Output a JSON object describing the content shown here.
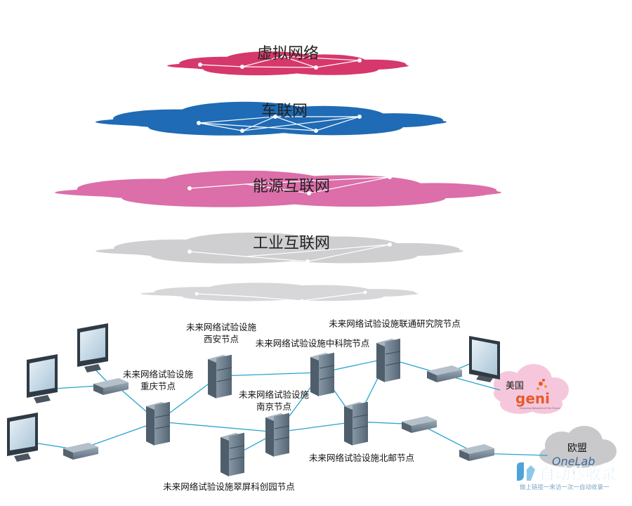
{
  "layers": [
    {
      "label": "虚拟网络",
      "color": "#d6386b"
    },
    {
      "label": "车联网",
      "color": "#1f6bb5"
    },
    {
      "label": "能源互联网",
      "color": "#dc6ea9"
    },
    {
      "label": "工业互联网",
      "color": "#cfcfd2"
    },
    {
      "label": "",
      "color": "#d7d7da"
    }
  ],
  "nodes": {
    "xian": [
      "未来网络试验设施",
      "西安节点"
    ],
    "zhongkeyuan": [
      "未来网络试验设施中科院节点"
    ],
    "liantong": [
      "未来网络试验设施联通研究院节点"
    ],
    "chongqing": [
      "未来网络试验设施",
      "重庆节点"
    ],
    "nanjing": [
      "未来网络试验设施",
      "南京节点"
    ],
    "beiyou": [
      "未来网络试验设施北邮节点"
    ],
    "cuiping": [
      "未来网络试验设施翠屏科创园节点"
    ]
  },
  "partners": {
    "usa_label": "美国",
    "geni_logo": "geni",
    "geni_tagline": "Exploring Networks of the Future",
    "eu_label": "欧盟",
    "onelab_logo": "OneLab"
  },
  "watermark": {
    "title": "自动秒收录",
    "subtitle": "做上链接一来访一次一自动收录一"
  },
  "colors": {
    "link": "#29a3cf",
    "overlay": "#ffffff",
    "server": "#6f8191",
    "switch": "#6d7f8e",
    "monitor": "#2f3a44",
    "geni_cloud": "#f6c7dc",
    "eu_cloud": "#c9c9cc"
  }
}
